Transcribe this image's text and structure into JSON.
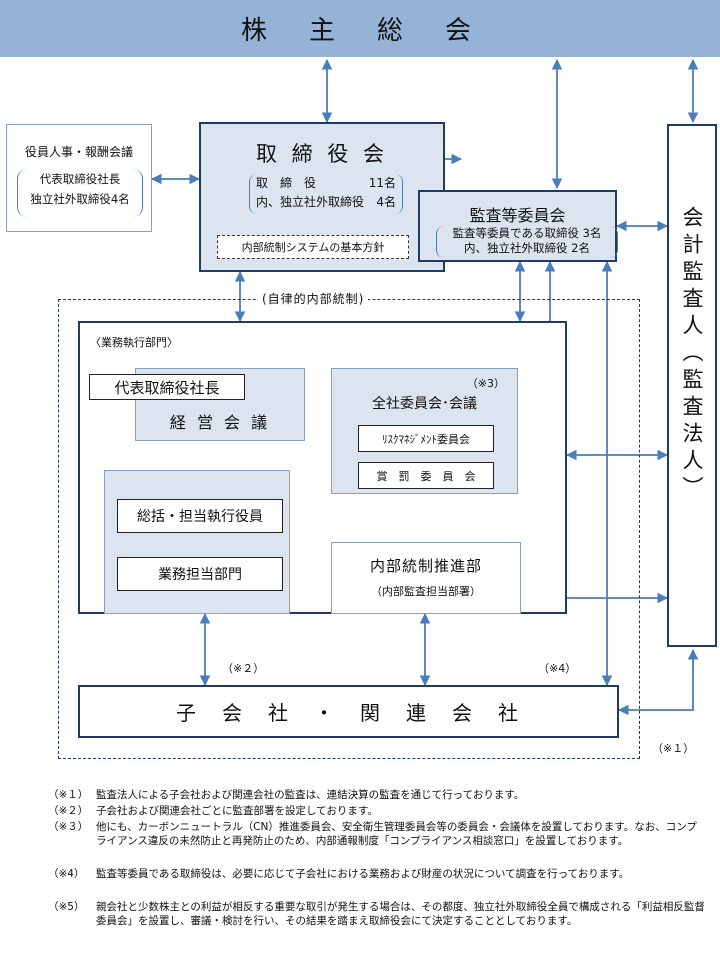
{
  "shareholders": {
    "title": "株　主　総　会"
  },
  "personnel": {
    "title": "役員人事・報酬会議",
    "line1": "代表取締役社長",
    "line2": "独立社外取締役4名"
  },
  "board": {
    "title": "取 締 役 会",
    "row1_label": "取　締　役",
    "row1_count": "11名",
    "row2_label": "内、独立社外取締役",
    "row2_count": "4名",
    "policy": "内部統制システムの基本方針"
  },
  "audit_committee": {
    "title": "監査等委員会",
    "line1": "監査等委員である取締役  3名",
    "line2": "内、独立社外取締役 2名"
  },
  "auditor": {
    "title": "会計監査人（監査法人）"
  },
  "internal_control_label": "(自律的内部統制)",
  "execution": {
    "title": "〈業務執行部門〉",
    "president": "代表取締役社長",
    "management_meeting": "経 営 会 議",
    "company_committee": {
      "note": "（※3）",
      "title": "全社委員会･会議",
      "item1": "ﾘｽｸﾏﾈｼﾞﾒﾝﾄ委員会",
      "item2": "賞　罰　委　員　会"
    },
    "officers": "総括・担当執行役員",
    "business_dept": "業務担当部門",
    "promotion": {
      "title": "内部統制推進部",
      "sub": "（内部監査担当部署）"
    }
  },
  "marks": {
    "n2": "（※２）",
    "n4": "（※4）",
    "n1": "（※１）"
  },
  "subsidiaries": {
    "title": "子　会　社　・　関　連　会　社"
  },
  "notes": [
    {
      "tag": "（※１）",
      "text": "監査法人による子会社および関連会社の監査は、連結決算の監査を通じて行っております。"
    },
    {
      "tag": "（※２）",
      "text": "子会社および関連会社ごとに監査部署を設定しております。"
    },
    {
      "tag": "（※３）",
      "text": "他にも、カーボンニュートラル（CN）推進委員会、安全衛生管理委員会等の委員会・会議体を設置しております。なお、コンプライアンス違反の未然防止と再発防止のため、内部通報制度「コンプライアンス相談窓口」を設置しております。"
    },
    {
      "tag": "（※4）",
      "text": "監査等委員である取締役は、必要に応じて子会社における業務および財産の状況について調査を行っております。"
    },
    {
      "tag": "（※5）",
      "text": "親会社と少数株主との利益が相反する重要な取引が発生する場合は、その都度、独立社外取締役全員で構成される「利益相反監督委員会」を設置し、審議・検討を行い、その結果を踏まえ取締役会にて決定することとしております。"
    }
  ],
  "colors": {
    "banner": "#95b3d7",
    "border": "#1f3b64",
    "arrow": "#4a7ebb",
    "fill": "#dbe4ef"
  }
}
